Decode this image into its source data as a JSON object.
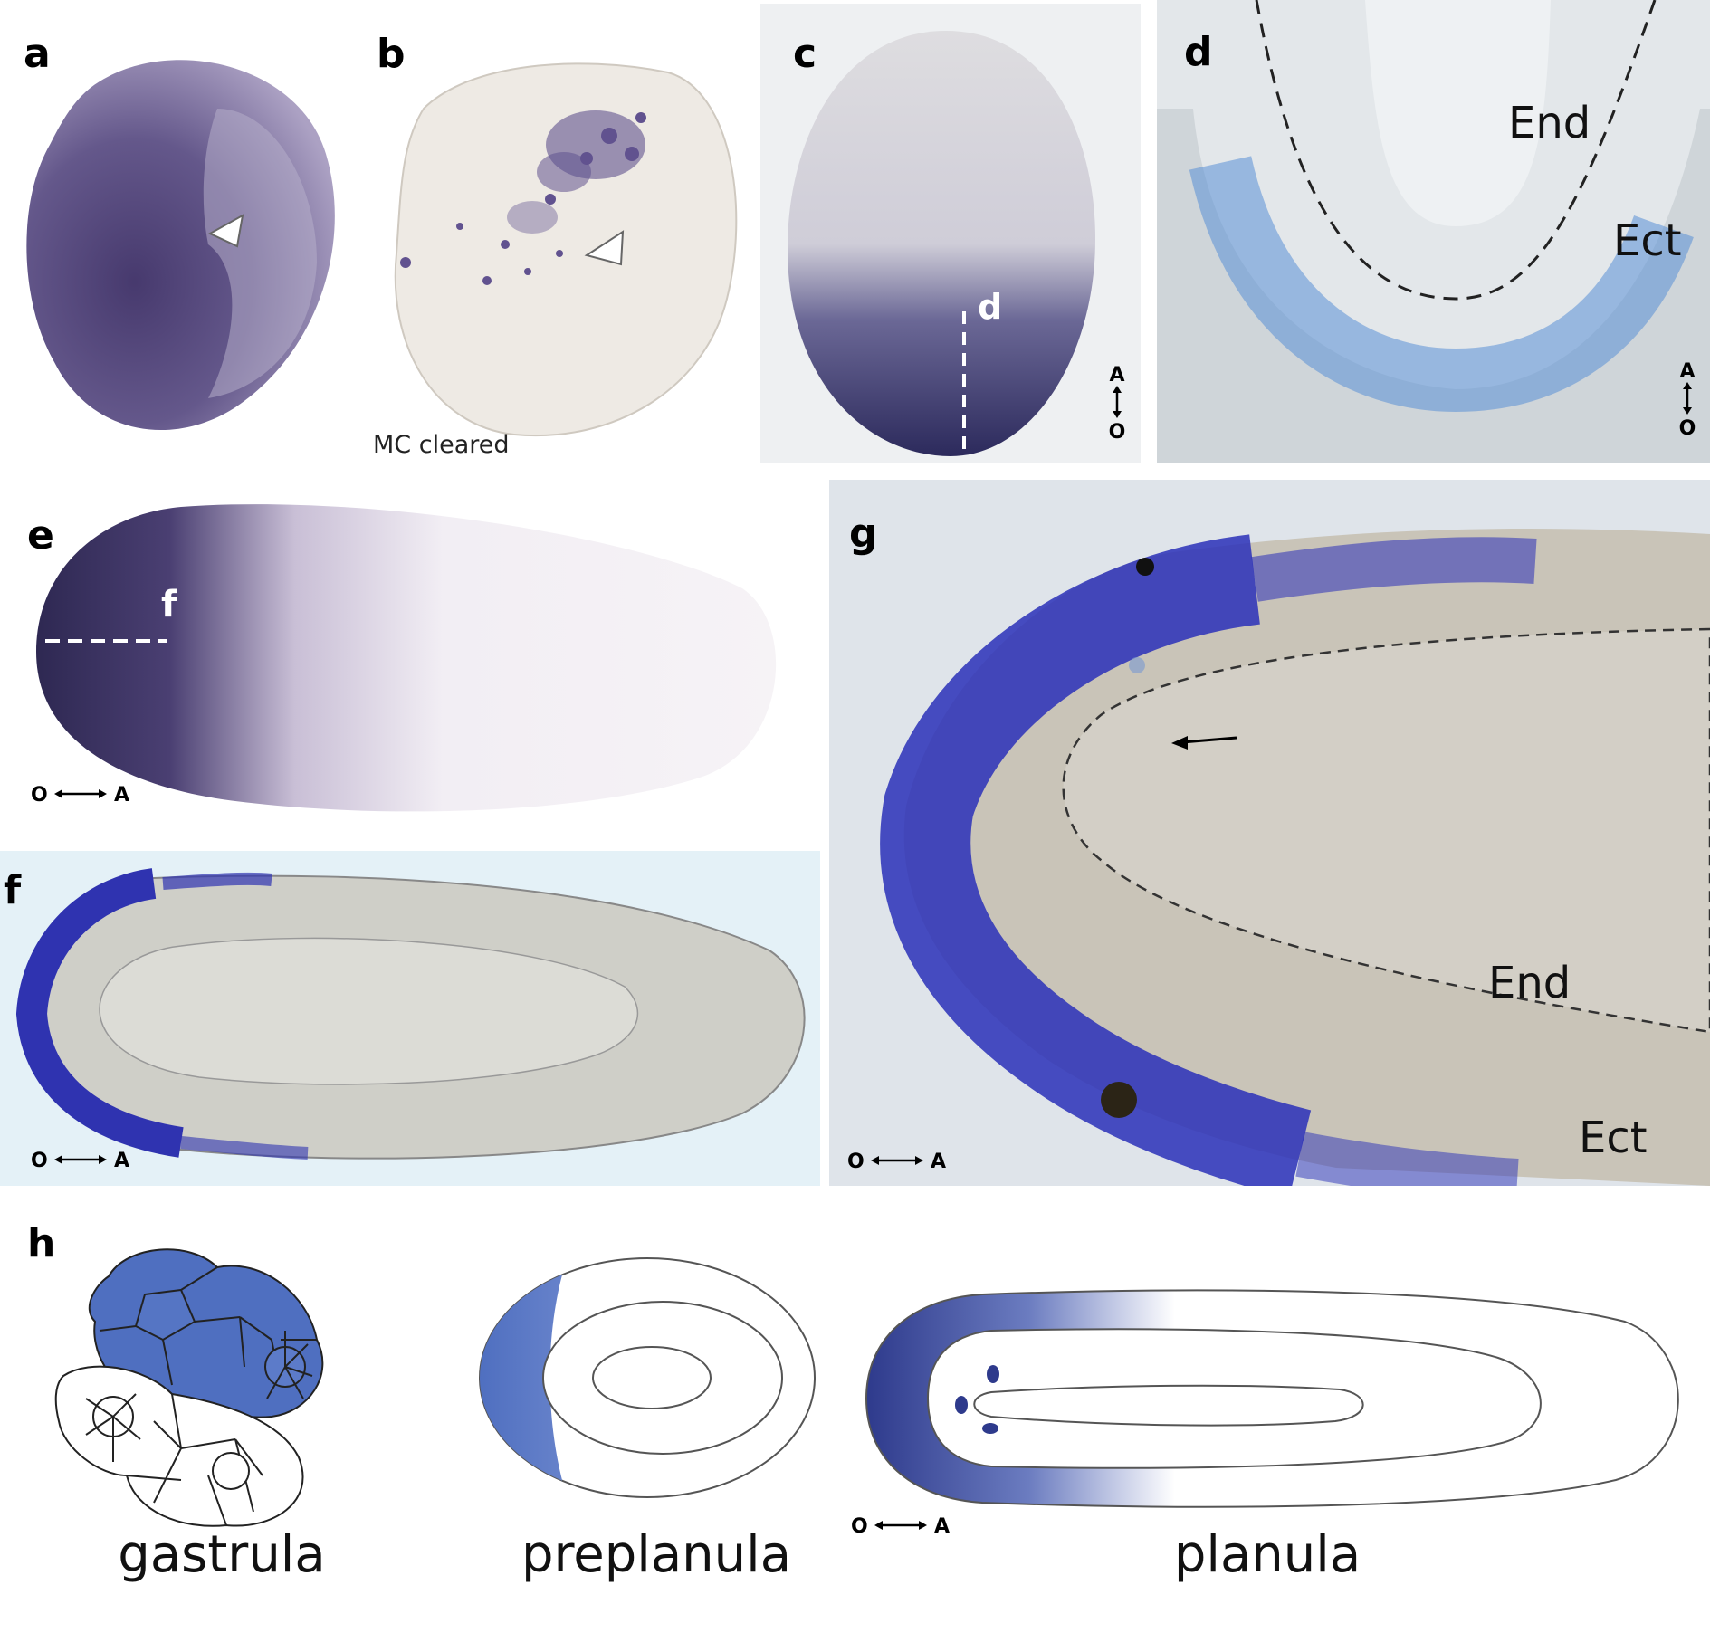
{
  "panels": {
    "a": {
      "label": "a"
    },
    "b": {
      "label": "b",
      "note": "MC cleared"
    },
    "c": {
      "label": "c",
      "section_mark": "d",
      "axis_top": "A",
      "axis_bottom": "O"
    },
    "d": {
      "label": "d",
      "end": "End",
      "ect": "Ect",
      "axis_top": "A",
      "axis_bottom": "O"
    },
    "e": {
      "label": "e",
      "section_mark": "f",
      "axis_left": "O",
      "axis_right": "A"
    },
    "f": {
      "label": "f",
      "axis_left": "O",
      "axis_right": "A"
    },
    "g": {
      "label": "g",
      "end": "End",
      "ect": "Ect",
      "axis_left": "O",
      "axis_right": "A"
    },
    "h": {
      "label": "h",
      "axis_left": "O",
      "axis_right": "A"
    }
  },
  "captions": {
    "gastrula": "gastrula",
    "preplanula": "preplanula",
    "planula": "planula"
  },
  "colors": {
    "stain_purple": "#4a3a78",
    "stain_blue": "#2b34b8",
    "schematic_blue": "#4f6fc0"
  }
}
